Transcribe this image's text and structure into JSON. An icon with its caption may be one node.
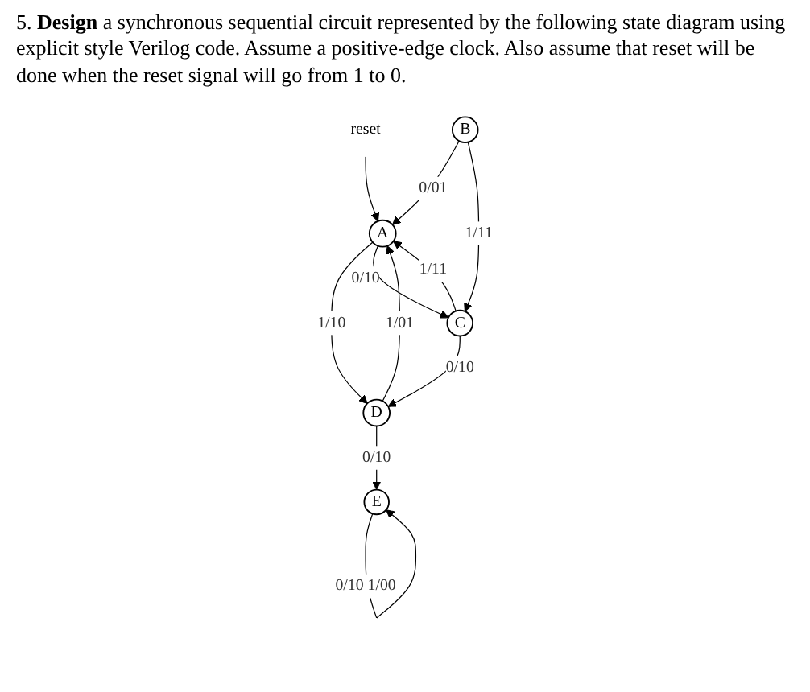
{
  "diagram": {
    "title": "5. **Design** a synchronous sequential circuit represented by the following state diagram using explicit style Verilog code. Assume a positive-edge clock. Also assume that reset will be done when the reset signal will go from 1 to 0.",
    "nodes": [
      {
        "text": [
          "reset"
        ]
      },
      {
        "text": [
          "A"
        ]
      },
      {
        "text": [
          "B"
        ]
      },
      {
        "text": [
          "C"
        ]
      },
      {
        "text": [
          "D"
        ]
      },
      {
        "text": [
          "E"
        ]
      }
    ],
    "edges": [
      {
        "from": 0,
        "to": 1,
        "arrow": "to"
      },
      {
        "from": 1,
        "to": 4,
        "label": "1/10",
        "arrow": "to"
      },
      {
        "from": 4,
        "to": 1,
        "label": "1/01",
        "arrow": "to"
      },
      {
        "from": 2,
        "to": 1,
        "label": "0/01",
        "arrow": "to"
      },
      {
        "from": 3,
        "to": 1,
        "label": "1/11",
        "arrow": "to"
      },
      {
        "from": 1,
        "to": 3,
        "label": "0/10",
        "arrow": "to"
      },
      {
        "from": 2,
        "to": 3,
        "label": "1/11",
        "arrow": "to"
      },
      {
        "from": 3,
        "to": 4,
        "label": "0/10",
        "arrow": "to"
      },
      {
        "from": 4,
        "to": 5,
        "label": "0/10",
        "arrow": "to"
      },
      {
        "from": 5,
        "to": 5,
        "label": "0/10 1/00",
        "arrow": "to"
      }
    ]
  }
}
